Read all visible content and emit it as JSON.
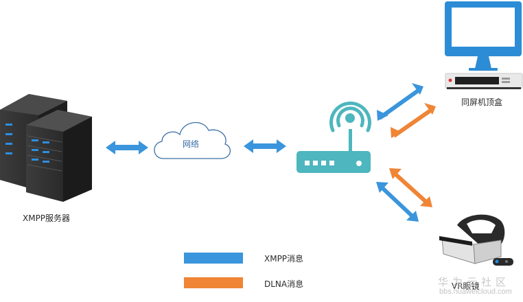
{
  "labels": {
    "server": "XMPP服务器",
    "network": "网络",
    "stb": "同屏机顶盒",
    "vr": "VR眼镜"
  },
  "legend": [
    {
      "label": "XMPP消息",
      "color": "#3a95dc"
    },
    {
      "label": "DLNA消息",
      "color": "#ef8535"
    }
  ],
  "colors": {
    "xmpp": "#3a95dc",
    "dlna": "#ef8535",
    "router": "#4db6be",
    "monitor": "#2c8cd6",
    "cloud_stroke": "#3a6ea5"
  },
  "watermark": {
    "brand": "华为云社区",
    "url": "bbs.huaweicloud.com"
  }
}
